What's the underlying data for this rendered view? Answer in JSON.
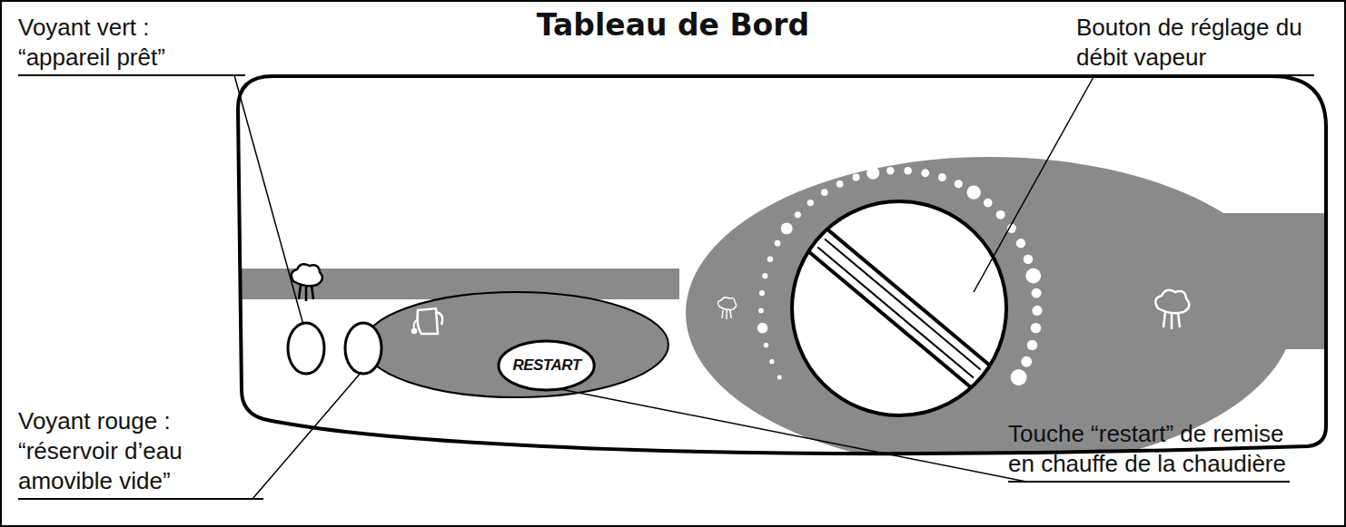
{
  "diagram": {
    "title": "Tableau de Bord",
    "nodes": [
      {
        "text": [
          "RESTART"
        ]
      }
    ],
    "labels": [
      "Voyant vert : “appareil prêt”",
      "Bouton de réglage du débit vapeur",
      "Voyant rouge : “réservoir d’eau amovible vide”",
      "Touche “restart” de remise en chauffe de la chaudière"
    ]
  }
}
